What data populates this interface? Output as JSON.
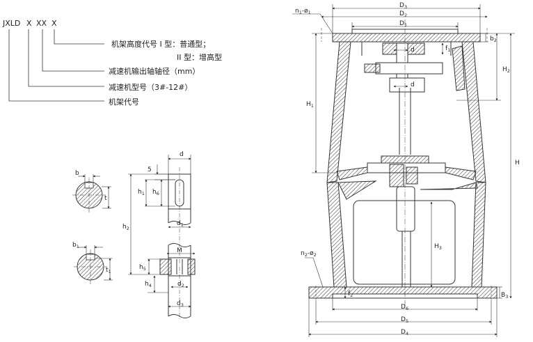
{
  "model_code": {
    "prefix": "JXLD",
    "x1": "X",
    "x2": "XX",
    "x3": "X",
    "desc_height_code": "机架高度代号 I 型：普通型；",
    "desc_height_code_2": "II 型：增高型",
    "desc_shaft": "减速机输出轴轴径（mm）",
    "desc_reducer_model": "减速机型号（3#-12#）",
    "desc_frame_code": "机架代号"
  },
  "shaft_detail": {
    "b": "b",
    "t": "t",
    "b1": "b",
    "b1_sub": "1",
    "t1": "t",
    "t1_sub": "1",
    "d": "d",
    "s5": "5",
    "h1": "h",
    "h1_sub": "1",
    "h6": "h",
    "h6_sub": "6",
    "h2": "h",
    "h2_sub": "2",
    "d1": "d",
    "d1_sub": "1",
    "M": "M",
    "h5": "h",
    "h5_sub": "5",
    "h4": "h",
    "h4_sub": "4",
    "d2": "d",
    "d2_sub": "2",
    "d3": "d",
    "d3_sub": "3"
  },
  "frame": {
    "n1": "n",
    "n1_sub": "1",
    "n1_rest": "-ø",
    "n1_rest_sub": "1",
    "D3": "D",
    "D3_sub": "3",
    "D2": "D",
    "D2_sub": "2",
    "D1": "D",
    "D1_sub": "1",
    "d_top": "d",
    "d_mid": "d",
    "f1": "f",
    "f1_sub": "1",
    "b2": "b",
    "b2_sub": "2",
    "H2": "H",
    "H2_sub": "2",
    "H1": "H",
    "H1_sub": "1",
    "H": "H",
    "H3": "H",
    "H3_sub": "3",
    "n2": "n",
    "n2_sub": "2",
    "n2_rest": "-ø",
    "n2_rest_sub": "2",
    "f2": "f",
    "f2_sub": "2",
    "B3": "B",
    "B3_sub": "3",
    "D6": "D",
    "D6_sub": "6",
    "D5": "D",
    "D5_sub": "5",
    "D4": "D",
    "D4_sub": "4"
  }
}
